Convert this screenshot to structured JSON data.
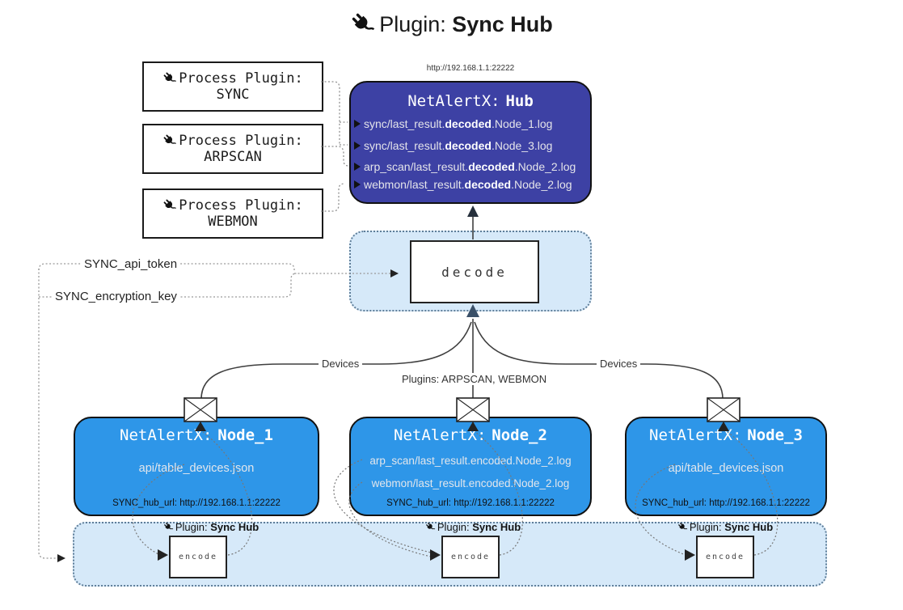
{
  "title": {
    "label": "Plugin:",
    "name": "Sync Hub"
  },
  "hub": {
    "url": "http://192.168.1.1:22222",
    "title_prefix": "NetAlertX:",
    "title_name": "Hub",
    "color": "#3d41a4",
    "files": [
      {
        "pre": "sync/last_result.",
        "bold": "decoded",
        "post": ".Node_1.log"
      },
      {
        "pre": "sync/last_result.",
        "bold": "decoded",
        "post": ".Node_3.log"
      },
      {
        "pre": "arp_scan/last_result.",
        "bold": "decoded",
        "post": ".Node_2.log"
      },
      {
        "pre": "webmon/last_result.",
        "bold": "decoded",
        "post": ".Node_2.log"
      }
    ]
  },
  "process_plugins": [
    {
      "label": "Process Plugin:",
      "name": "SYNC"
    },
    {
      "label": "Process Plugin:",
      "name": "ARPSCAN"
    },
    {
      "label": "Process Plugin:",
      "name": "WEBMON"
    }
  ],
  "settings": {
    "api_token": "SYNC_api_token",
    "encryption_key": "SYNC_encryption_key"
  },
  "decode_box": {
    "label": "decode"
  },
  "edge_labels": {
    "left": "Devices",
    "center": "Plugins: ARPSCAN, WEBMON",
    "right": "Devices"
  },
  "nodes": [
    {
      "title_prefix": "NetAlertX:",
      "title_name": "Node_1",
      "files": [
        "api/table_devices.json"
      ],
      "hub_url": "SYNC_hub_url: http://192.168.1.1:22222"
    },
    {
      "title_prefix": "NetAlertX:",
      "title_name": "Node_2",
      "files": [
        "arp_scan/last_result.encoded.Node_2.log",
        "webmon/last_result.encoded.Node_2.log"
      ],
      "hub_url": "SYNC_hub_url: http://192.168.1.1:22222"
    },
    {
      "title_prefix": "NetAlertX:",
      "title_name": "Node_3",
      "files": [
        "api/table_devices.json"
      ],
      "hub_url": "SYNC_hub_url: http://192.168.1.1:22222"
    }
  ],
  "encode_section": {
    "encode_label": "encode",
    "labels": [
      {
        "prefix": "Plugin:",
        "name": "Sync Hub"
      },
      {
        "prefix": "Plugin:",
        "name": "Sync Hub"
      },
      {
        "prefix": "Plugin:",
        "name": "Sync Hub"
      }
    ]
  },
  "colors": {
    "node_blue": "#2e96e8",
    "hub_indigo": "#3d41a4",
    "panel_blue": "#d6e9f9",
    "panel_border": "#5f7e99"
  }
}
